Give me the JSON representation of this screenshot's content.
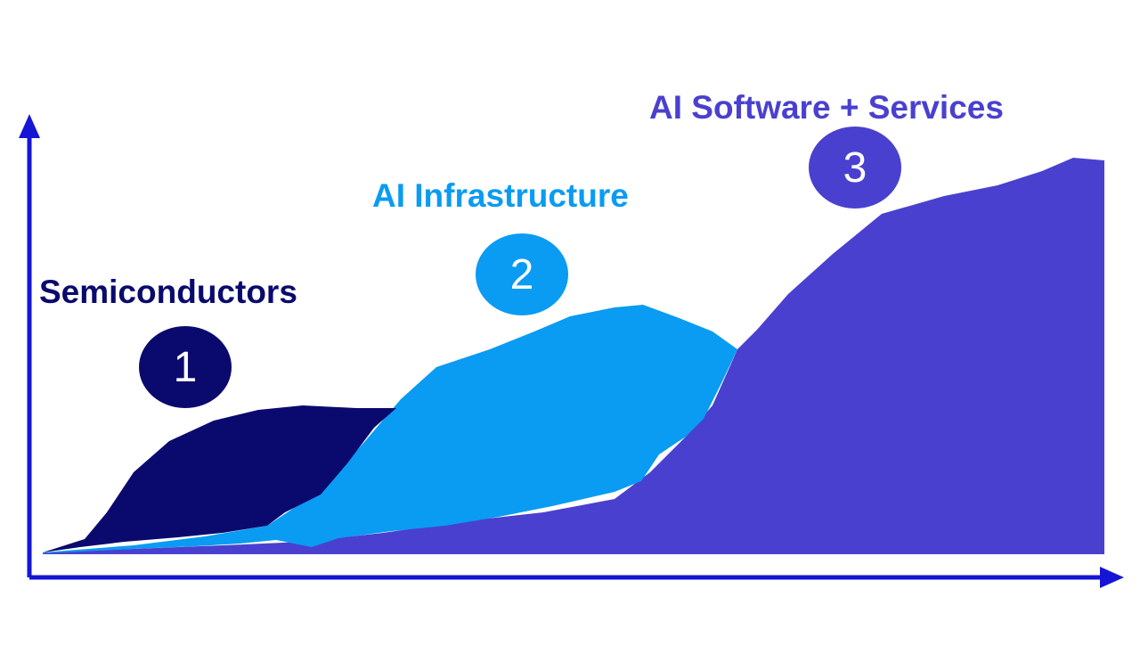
{
  "colors": {
    "axis": "#1515d6",
    "semiconductors": "#0a0a6e",
    "infrastructure": "#0a9bf2",
    "software": "#4a40cf"
  },
  "phases": [
    {
      "number": "1",
      "label": "Semiconductors",
      "color": "#0a0a6e"
    },
    {
      "number": "2",
      "label": "AI Infrastructure",
      "color": "#0a9bf2"
    },
    {
      "number": "3",
      "label": "AI Software + Services",
      "color": "#4a40cf"
    }
  ]
}
